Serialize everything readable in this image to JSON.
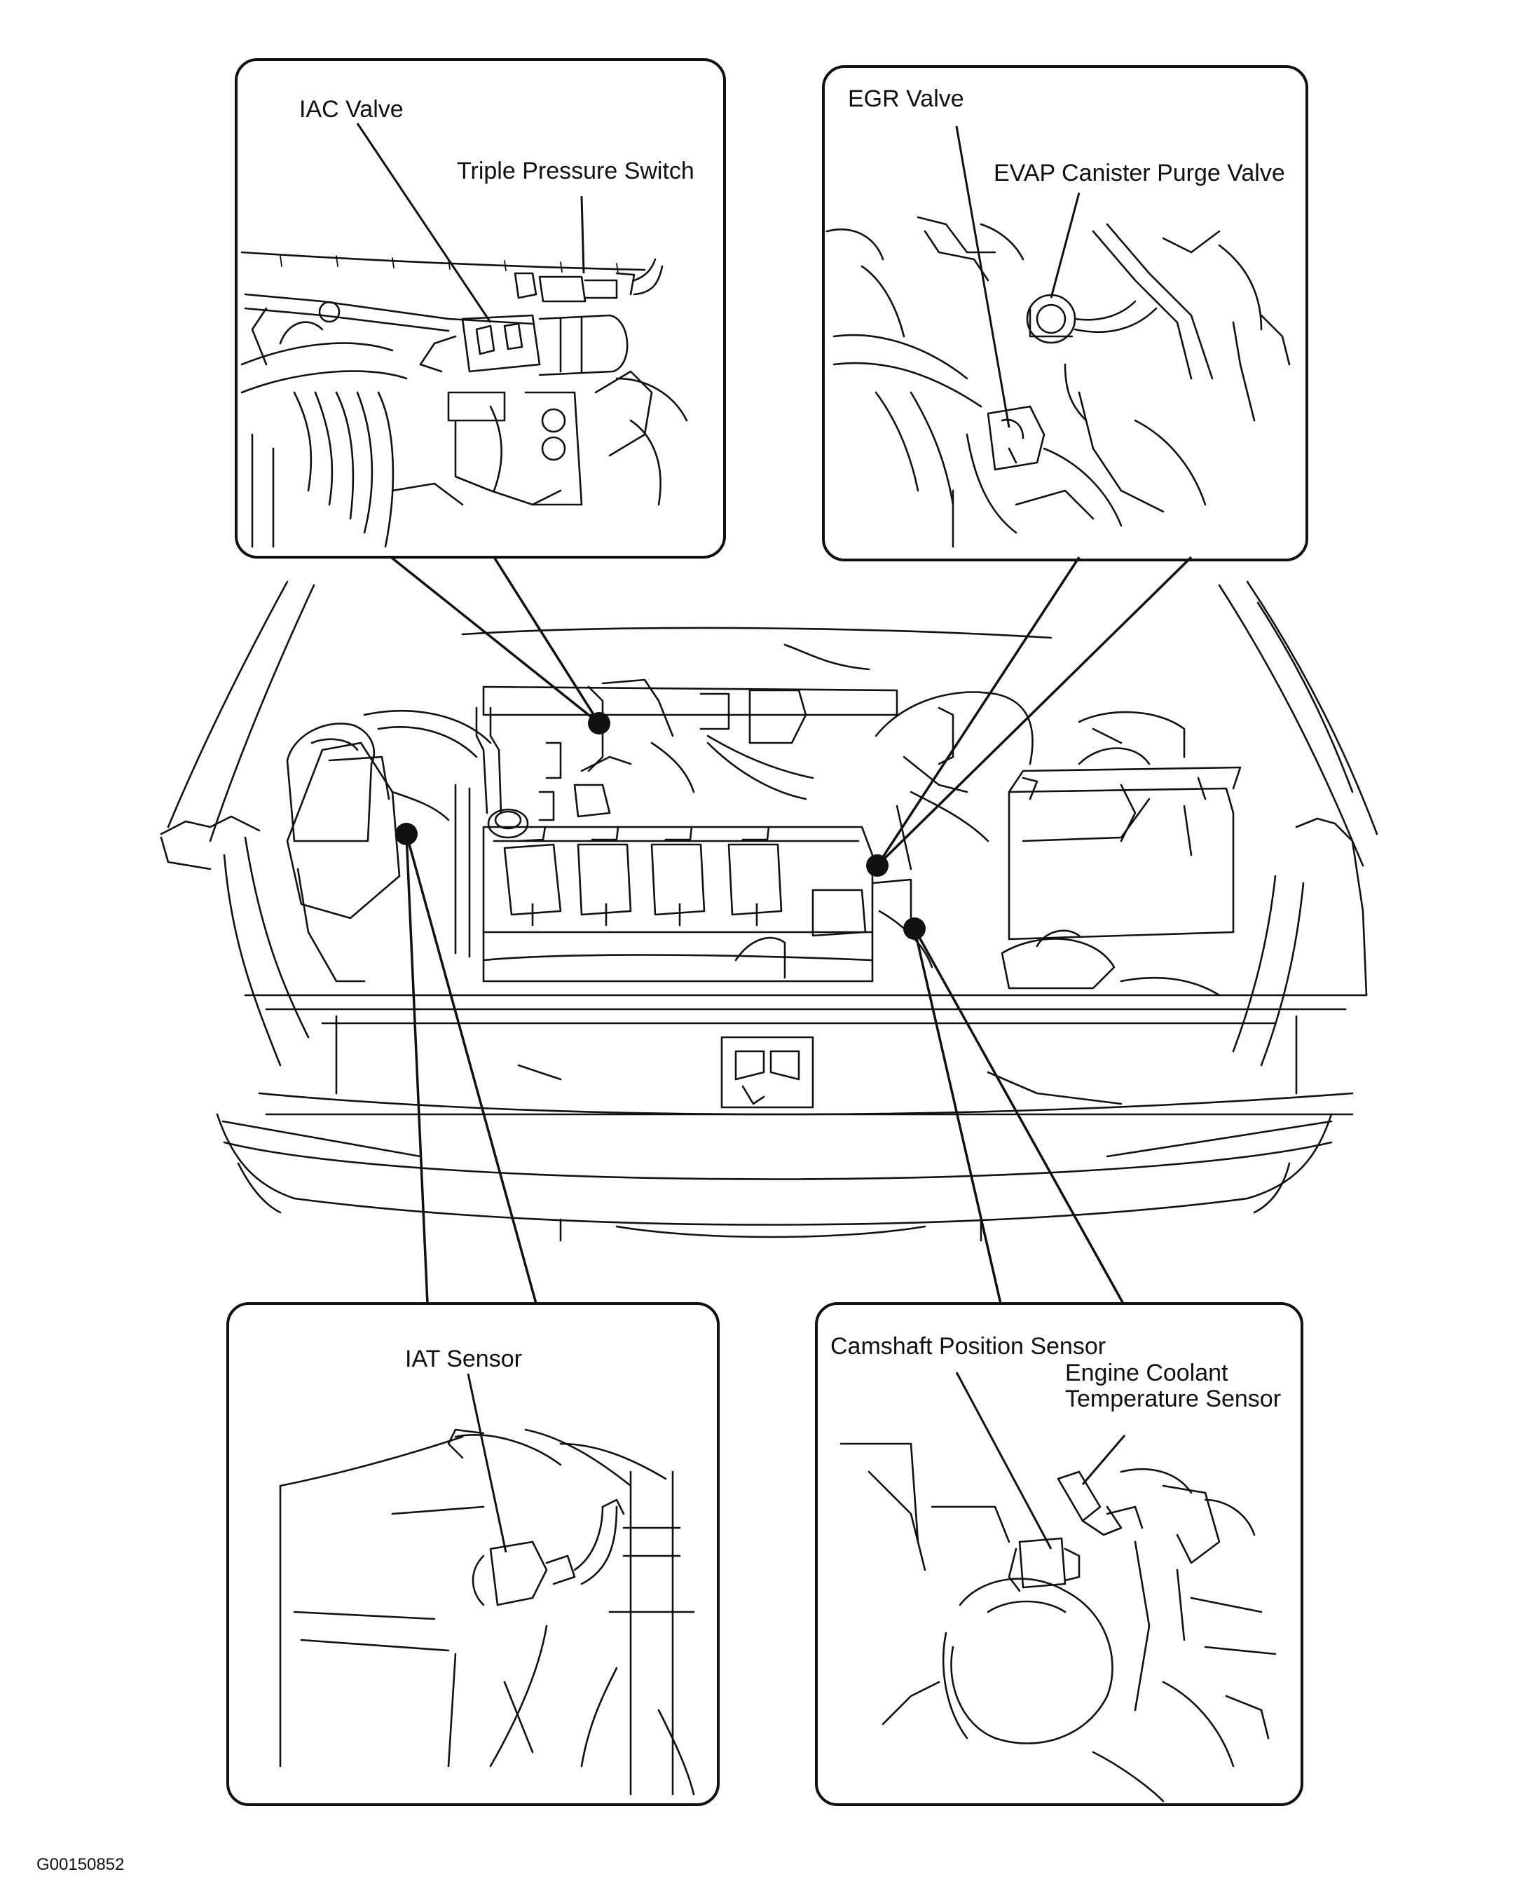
{
  "callouts": {
    "iac_valve": "IAC Valve",
    "triple_pressure_switch": "Triple Pressure Switch",
    "egr_valve": "EGR Valve",
    "evap_purge_valve": "EVAP Canister Purge Valve",
    "iat_sensor": "IAT Sensor",
    "camshaft_position_sensor": "Camshaft Position Sensor",
    "ect_sensor_line1": "Engine Coolant",
    "ect_sensor_line2": "Temperature Sensor"
  },
  "figure_code": "G00150852"
}
